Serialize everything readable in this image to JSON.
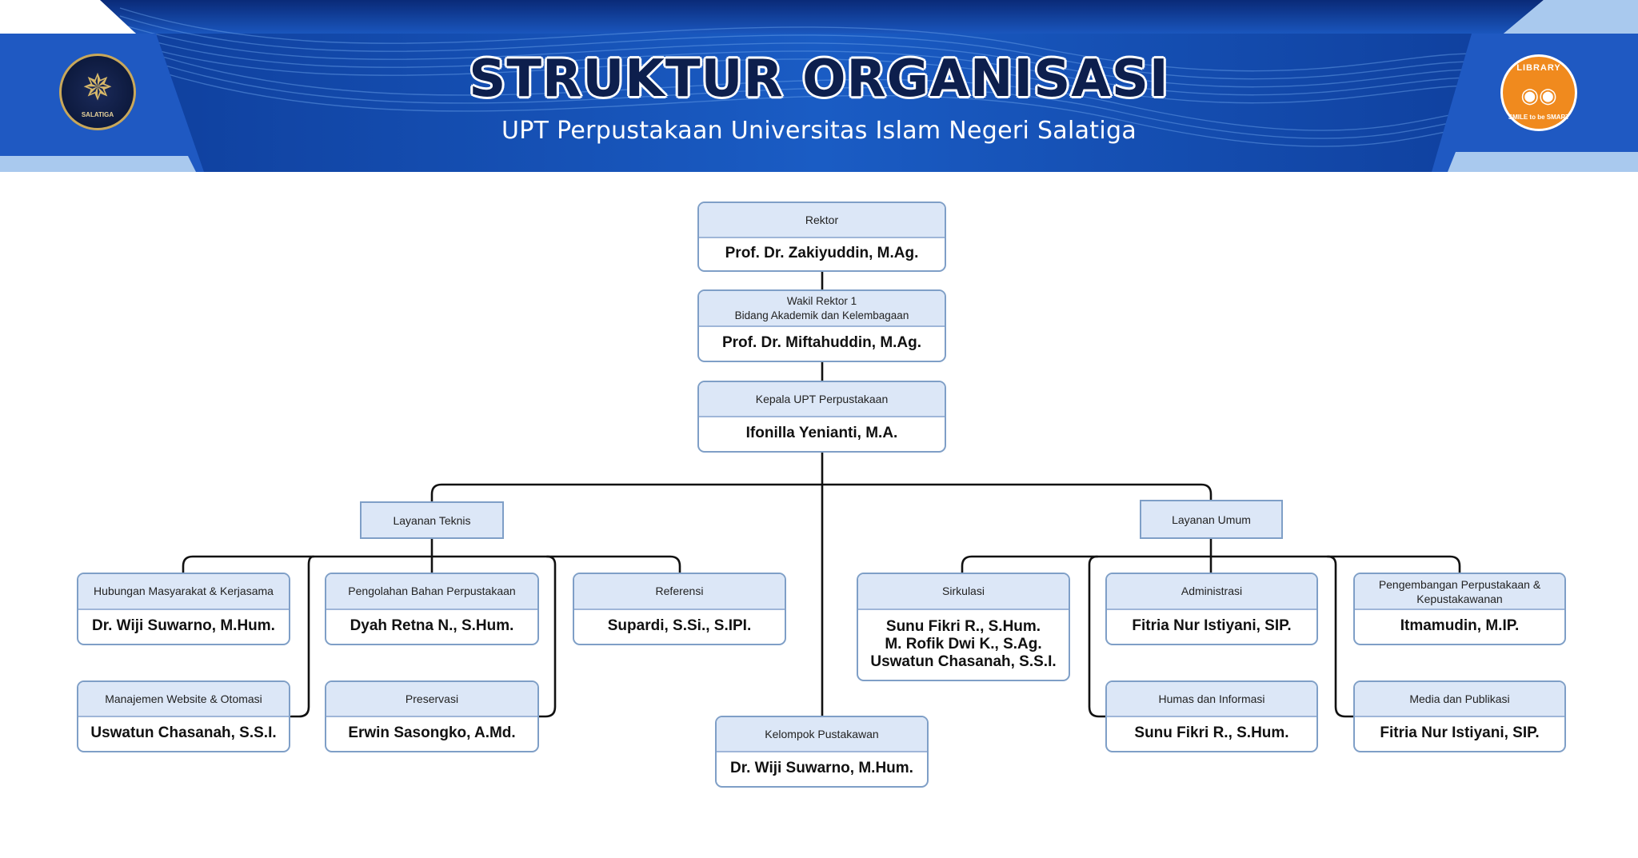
{
  "header": {
    "title": "STRUKTUR ORGANISASI",
    "subtitle": "UPT Perpustakaan Universitas Islam Negeri Salatiga",
    "logo_left_text": "SALATIGA",
    "logo_right_top": "LIBRARY",
    "logo_right_bottom": "SMILE to be SMART",
    "colors": {
      "band": "#1a4fb0",
      "band_dark": "#0d2f7a",
      "accent_light": "#9cc3ec"
    }
  },
  "nodes": {
    "rektor": {
      "role": "Rektor",
      "names": [
        "Prof. Dr. Zakiyuddin, M.Ag."
      ]
    },
    "wakil_rektor": {
      "role": "Wakil Rektor 1\nBidang Akademik dan Kelembagaan",
      "names": [
        "Prof. Dr. Miftahuddin, M.Ag."
      ]
    },
    "kepala": {
      "role": "Kepala UPT Perpustakaan",
      "names": [
        "Ifonilla Yenianti, M.A."
      ]
    },
    "humas_kerjasama": {
      "role": "Hubungan Masyarakat & Kerjasama",
      "names": [
        "Dr. Wiji Suwarno, M.Hum."
      ]
    },
    "manajemen_website": {
      "role": "Manajemen Website & Otomasi",
      "names": [
        "Uswatun Chasanah, S.S.I."
      ]
    },
    "pengolahan": {
      "role": "Pengolahan Bahan Perpustakaan",
      "names": [
        "Dyah Retna N., S.Hum."
      ]
    },
    "preservasi": {
      "role": "Preservasi",
      "names": [
        "Erwin Sasongko, A.Md."
      ]
    },
    "referensi": {
      "role": "Referensi",
      "names": [
        "Supardi, S.Si., S.IPI."
      ]
    },
    "kelompok_pustakawan": {
      "role": "Kelompok Pustakawan",
      "names": [
        "Dr. Wiji Suwarno, M.Hum."
      ]
    },
    "sirkulasi": {
      "role": "Sirkulasi",
      "names": [
        "Sunu Fikri R., S.Hum.",
        "M. Rofik Dwi K., S.Ag.",
        "Uswatun Chasanah, S.S.I."
      ]
    },
    "administrasi": {
      "role": "Administrasi",
      "names": [
        "Fitria Nur Istiyani, SIP."
      ]
    },
    "humas_informasi": {
      "role": "Humas dan Informasi",
      "names": [
        "Sunu Fikri R., S.Hum."
      ]
    },
    "pengembangan": {
      "role": "Pengembangan Perpustakaan &\nKepustakawanan",
      "names": [
        "Itmamudin, M.IP."
      ]
    },
    "media_publikasi": {
      "role": "Media dan Publikasi",
      "names": [
        "Fitria Nur Istiyani, SIP."
      ]
    }
  },
  "sections": {
    "layanan_teknis": "Layanan Teknis",
    "layanan_umum": "Layanan Umum"
  }
}
